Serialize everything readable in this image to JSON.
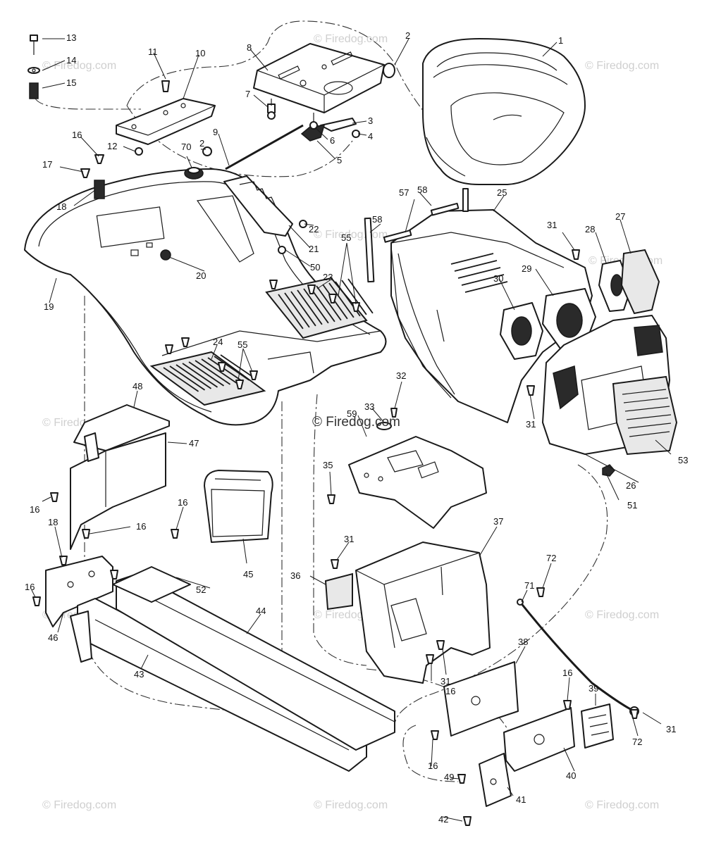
{
  "diagram": {
    "callouts": [
      "1",
      "2",
      "3",
      "4",
      "5",
      "6",
      "7",
      "8",
      "9",
      "10",
      "11",
      "12",
      "13",
      "14",
      "15",
      "16",
      "17",
      "18",
      "19",
      "20",
      "21",
      "22",
      "23",
      "24",
      "25",
      "26",
      "27",
      "28",
      "29",
      "30",
      "31",
      "32",
      "33",
      "35",
      "36",
      "37",
      "38",
      "39",
      "40",
      "41",
      "42",
      "43",
      "44",
      "45",
      "46",
      "47",
      "48",
      "49",
      "50",
      "51",
      "52",
      "53",
      "55",
      "57",
      "58",
      "59",
      "70",
      "71",
      "72"
    ],
    "watermark": "© Firedog.com",
    "watermark_center": "© Firedog.com"
  }
}
